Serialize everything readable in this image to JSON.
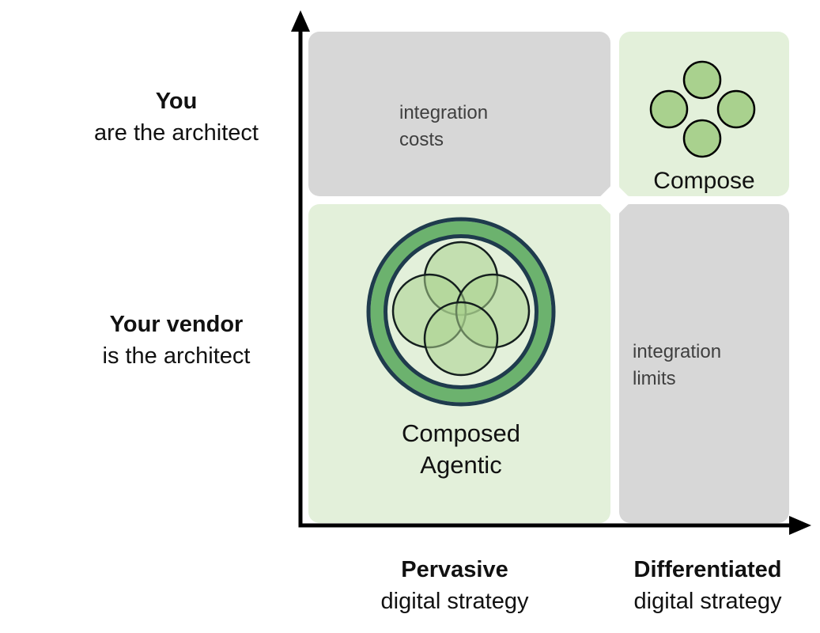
{
  "axes": {
    "y": {
      "top_label": {
        "bold": "You",
        "rest": "are the architect"
      },
      "bottom_label": {
        "bold": "Your vendor",
        "rest": "is the architect"
      }
    },
    "x": {
      "left_label": {
        "bold": "Pervasive",
        "rest": "digital strategy"
      },
      "right_label": {
        "bold": "Differentiated",
        "rest": "digital strategy"
      }
    }
  },
  "quadrants": {
    "top_left": {
      "label_line1": "integration",
      "label_line2": "costs"
    },
    "top_right": {
      "label": "Compose"
    },
    "bottom_left": {
      "label_line1": "Composed",
      "label_line2": "Agentic"
    },
    "bottom_right": {
      "label_line1": "integration",
      "label_line2": "limits"
    }
  },
  "colors": {
    "quadrant_gray": "#d7d7d7",
    "quadrant_green": "#e3f0da",
    "circle_green": "#a9d18e",
    "ring_green": "#6cb26e",
    "ring_outline": "#1f3b4d",
    "axis_black": "#000000",
    "muted_text": "#3f3f3f",
    "label_black": "#111111"
  }
}
